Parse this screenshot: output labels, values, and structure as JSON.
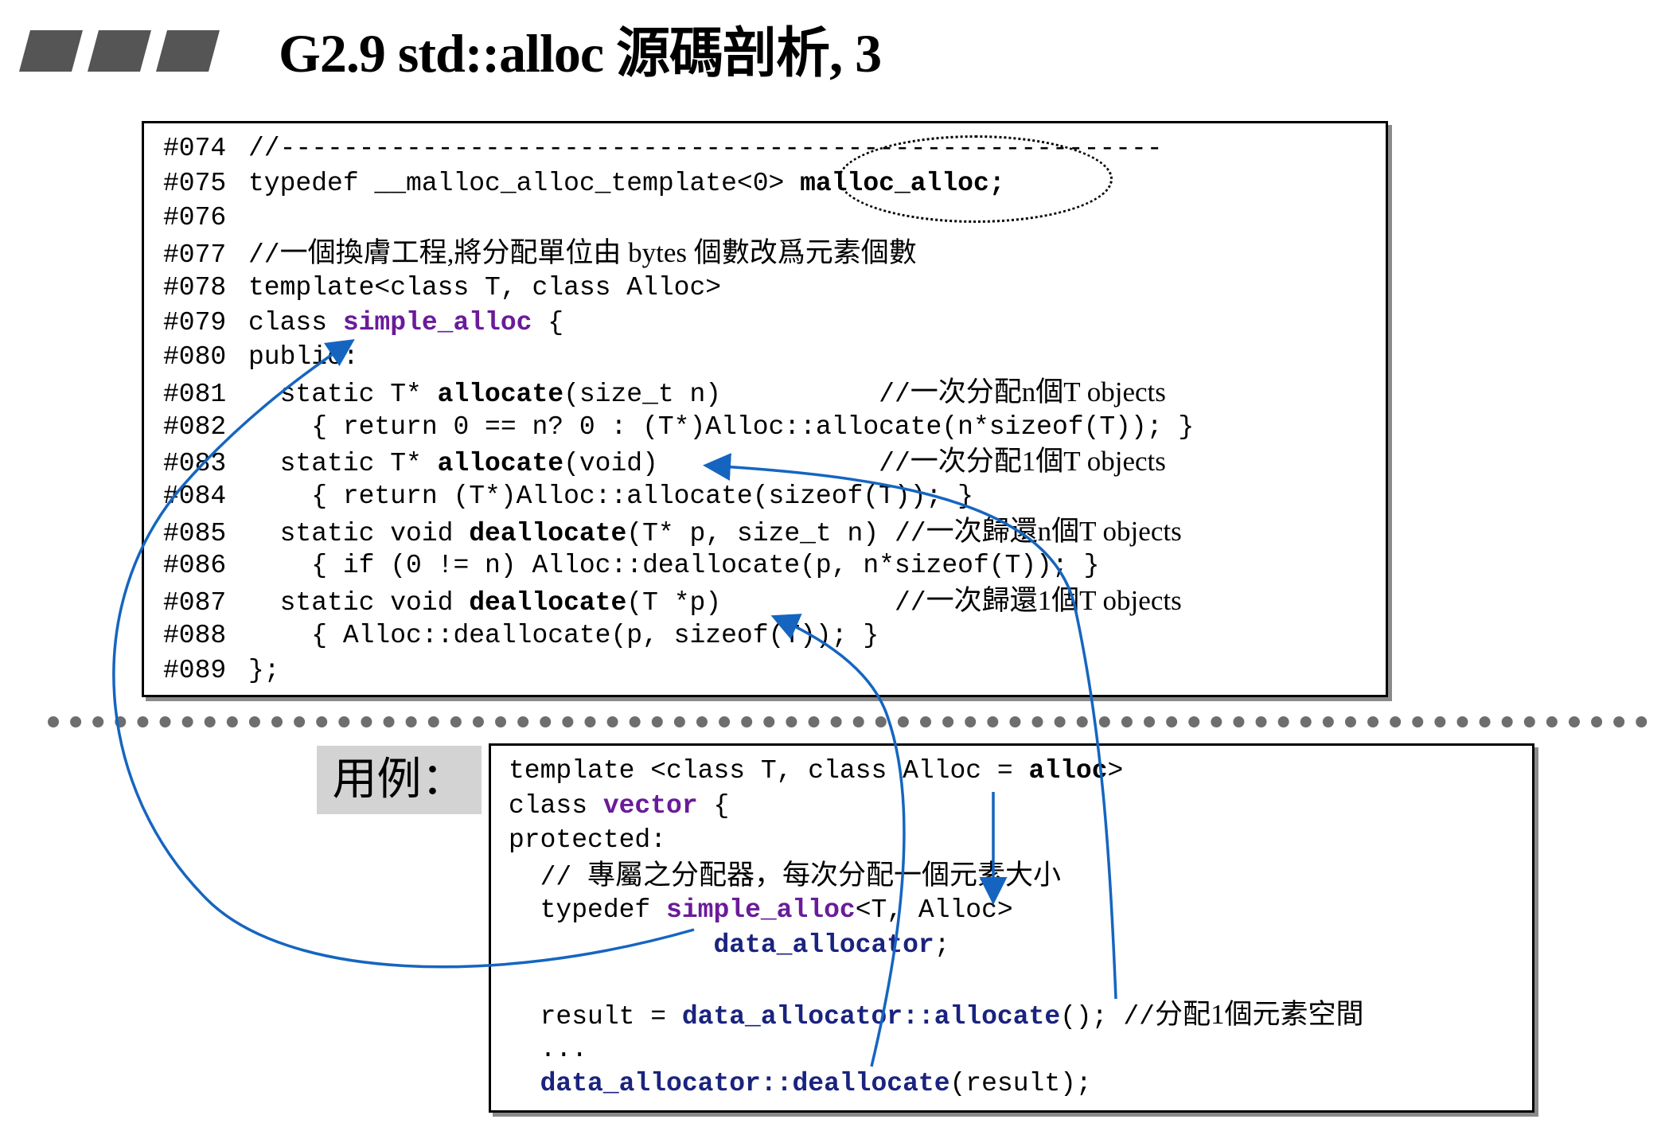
{
  "header": {
    "title": "G2.9 std::alloc 源碼剖析, 3"
  },
  "box1": {
    "lines": [
      [
        {
          "t": "#074"
        },
        {
          "t": "//--------------------------------------------------------"
        }
      ],
      [
        {
          "t": "#075"
        },
        {
          "t": "typedef __malloc_alloc_template<0> "
        },
        {
          "t": "malloc_alloc;",
          "c": "b"
        }
      ],
      [
        {
          "t": "#076"
        }
      ],
      [
        {
          "t": "#077"
        },
        {
          "t": "//"
        },
        {
          "t": "一個換膚工程,將分配單位由 bytes 個數改爲元素個數",
          "c": "zh"
        }
      ],
      [
        {
          "t": "#078"
        },
        {
          "t": "template<class T, class Alloc>"
        }
      ],
      [
        {
          "t": "#079"
        },
        {
          "t": "class "
        },
        {
          "t": "simple_alloc",
          "c": "p"
        },
        {
          "t": " {"
        }
      ],
      [
        {
          "t": "#080"
        },
        {
          "t": "public:"
        }
      ],
      [
        {
          "t": "#081"
        },
        {
          "t": "  static T* "
        },
        {
          "t": "allocate",
          "c": "b"
        },
        {
          "t": "(size_t n)          "
        },
        {
          "t": "//"
        },
        {
          "t": "一次分配n個T objects",
          "c": "cmt"
        }
      ],
      [
        {
          "t": "#082"
        },
        {
          "t": "    { return 0 == n? 0 : (T*)Alloc::allocate(n*sizeof(T)); }"
        }
      ],
      [
        {
          "t": "#083"
        },
        {
          "t": "  static T* "
        },
        {
          "t": "allocate",
          "c": "b"
        },
        {
          "t": "(void)              "
        },
        {
          "t": "//"
        },
        {
          "t": "一次分配1個T objects",
          "c": "cmt"
        }
      ],
      [
        {
          "t": "#084"
        },
        {
          "t": "    { return (T*)Alloc::allocate(sizeof(T)); }"
        }
      ],
      [
        {
          "t": "#085"
        },
        {
          "t": "  static void "
        },
        {
          "t": "deallocate",
          "c": "b"
        },
        {
          "t": "(T* p, size_t n) "
        },
        {
          "t": "//"
        },
        {
          "t": "一次歸還n個T objects",
          "c": "cmt"
        }
      ],
      [
        {
          "t": "#086"
        },
        {
          "t": "    { if (0 != n) Alloc::deallocate(p, n*sizeof(T)); }"
        }
      ],
      [
        {
          "t": "#087"
        },
        {
          "t": "  static void "
        },
        {
          "t": "deallocate",
          "c": "b"
        },
        {
          "t": "(T *p)           "
        },
        {
          "t": "//"
        },
        {
          "t": "一次歸還1個T objects",
          "c": "cmt"
        }
      ],
      [
        {
          "t": "#088"
        },
        {
          "t": "    { Alloc::deallocate(p, sizeof(T)); }"
        }
      ],
      [
        {
          "t": "#089"
        },
        {
          "t": "};"
        }
      ]
    ]
  },
  "usage": {
    "label": "用例："
  },
  "box2": {
    "lines": [
      [
        {
          "t": "template <class T, class Alloc = "
        },
        {
          "t": "alloc",
          "c": "b"
        },
        {
          "t": ">"
        }
      ],
      [
        {
          "t": "class "
        },
        {
          "t": "vector",
          "c": "p"
        },
        {
          "t": " {"
        }
      ],
      [
        {
          "t": "protected:"
        }
      ],
      [
        {
          "t": "  // "
        },
        {
          "t": "專屬之分配器，每次分配一個元素大小",
          "c": "zh"
        }
      ],
      [
        {
          "t": "  typedef "
        },
        {
          "t": "simple_alloc",
          "c": "p"
        },
        {
          "t": "<T, Alloc>"
        }
      ],
      [
        {
          "t": "             "
        },
        {
          "t": "data_allocator",
          "c": "n"
        },
        {
          "t": ";"
        }
      ],
      [],
      [
        {
          "t": "  result = "
        },
        {
          "t": "data_allocator::allocate",
          "c": "n"
        },
        {
          "t": "(); //"
        },
        {
          "t": "分配1個元素空間",
          "c": "zh"
        }
      ],
      [
        {
          "t": "  ..."
        }
      ],
      [
        {
          "t": "  "
        },
        {
          "t": "data_allocator::deallocate",
          "c": "n"
        },
        {
          "t": "(result);"
        }
      ]
    ]
  }
}
